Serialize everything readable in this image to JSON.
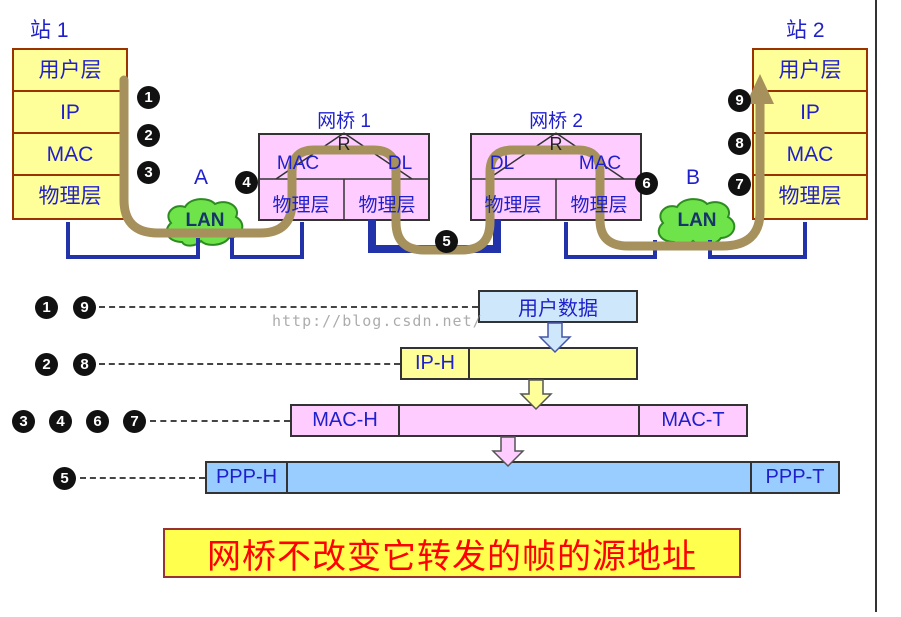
{
  "station1": {
    "title": "站 1",
    "layers": [
      "用户层",
      "IP",
      "MAC",
      "物理层"
    ]
  },
  "station2": {
    "title": "站 2",
    "layers": [
      "用户层",
      "IP",
      "MAC",
      "物理层"
    ]
  },
  "bridge1": {
    "title": "网桥 1",
    "relay": "R",
    "top_left": "MAC",
    "top_right": "DL",
    "bottom_left": "物理层",
    "bottom_right": "物理层"
  },
  "bridge2": {
    "title": "网桥 2",
    "relay": "R",
    "top_left": "DL",
    "top_right": "MAC",
    "bottom_left": "物理层",
    "bottom_right": "物理层"
  },
  "lan_a": {
    "name": "LAN",
    "label": "A"
  },
  "lan_b": {
    "name": "LAN",
    "label": "B"
  },
  "steps": [
    "1",
    "2",
    "3",
    "4",
    "5",
    "6",
    "7",
    "8",
    "9"
  ],
  "encapsulation": {
    "user_data": "用户数据",
    "ip_h": "IP-H",
    "mac_h": "MAC-H",
    "mac_t": "MAC-T",
    "ppp_h": "PPP-H",
    "ppp_t": "PPP-T"
  },
  "caption": "网桥不改变它转发的帧的源地址",
  "watermark": "http://blog.csdn.net/",
  "colors": {
    "stack_yellow": "#FFFF99",
    "bridge_pink": "#FFCCFF",
    "user_data_blue": "#CFE7FA",
    "ppp_blue": "#99CCFF",
    "lan_green": "#6FE34A",
    "path_brown": "#A6915C",
    "connector_blue": "#2233AA",
    "text_blue": "#1F1FCC",
    "caption_red": "#FF0000",
    "banner_yellow": "#FFFF4D"
  }
}
